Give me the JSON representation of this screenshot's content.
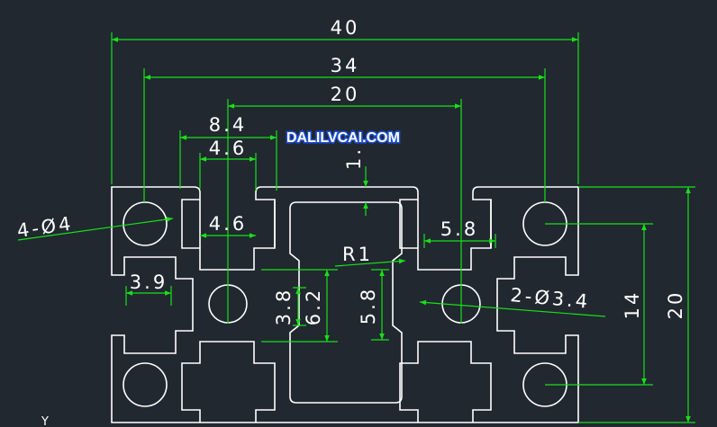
{
  "colors": {
    "background": "#212830",
    "profile": "#ffffff",
    "dimension": "#18e018",
    "watermark_fill": "#ffffff",
    "watermark_outline": "#1d4fd8"
  },
  "watermark": "DALILVCAI.COM",
  "dimensions": {
    "overall_width": "40",
    "hole_spacing": "34",
    "center_width": "20",
    "slot_outer": "8.4",
    "slot_inner_top": "4.6",
    "slot_inner_mid": "4.6",
    "top_wall": "1.",
    "corner_hole_callout": "4-Ø4",
    "side_offset": "3.9",
    "fillet_radius": "R1",
    "right_slot": "5.8",
    "center_hole_callout": "2-Ø3.4",
    "core_height": "3.8",
    "core_outer": "6.2",
    "core_inner": "5.8",
    "hole_vertical": "14",
    "overall_height": "20"
  },
  "axis_label": "Y"
}
